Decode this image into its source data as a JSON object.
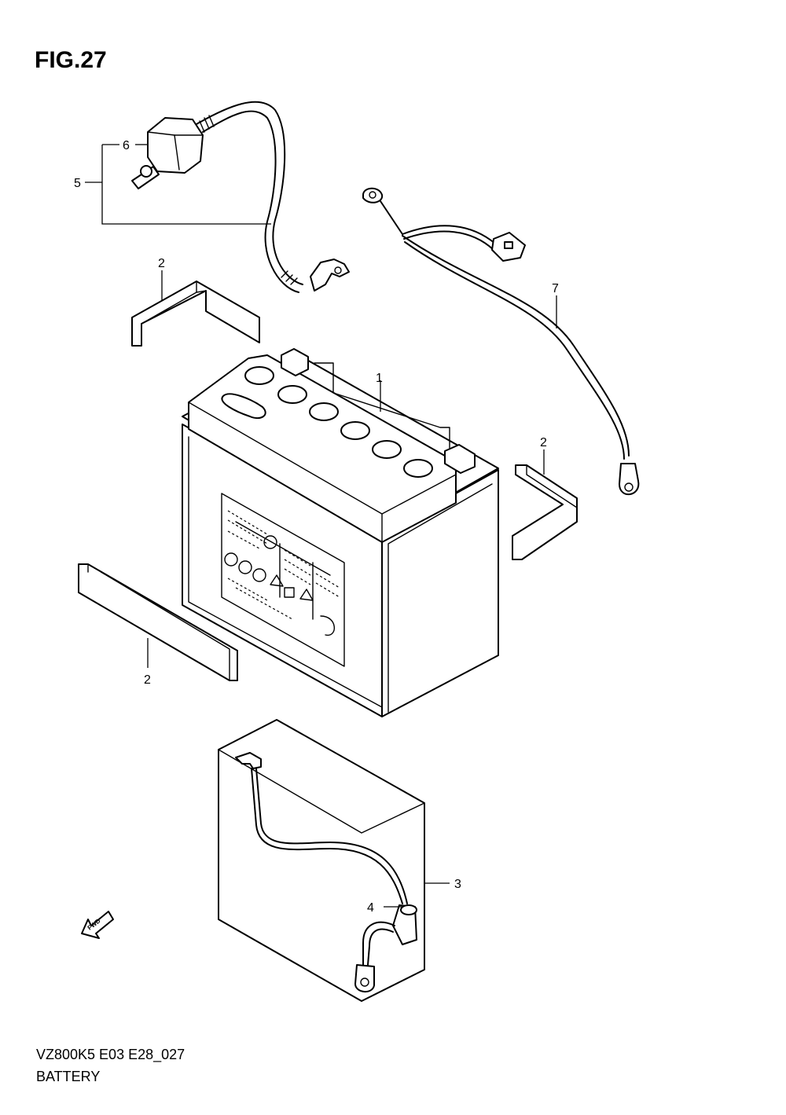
{
  "figure": {
    "title": "FIG.27",
    "model_code": "VZ800K5 E03 E28_027",
    "section_name": "BATTERY"
  },
  "callouts": [
    {
      "id": "c1",
      "label": "1"
    },
    {
      "id": "c2a",
      "label": "2"
    },
    {
      "id": "c2b",
      "label": "2"
    },
    {
      "id": "c2c",
      "label": "2"
    },
    {
      "id": "c3",
      "label": "3"
    },
    {
      "id": "c4",
      "label": "4"
    },
    {
      "id": "c5",
      "label": "5"
    },
    {
      "id": "c6",
      "label": "6"
    },
    {
      "id": "c7",
      "label": "7"
    }
  ],
  "fwd_marker": {
    "label": "FWD",
    "icon": "fwd-arrow-icon"
  }
}
